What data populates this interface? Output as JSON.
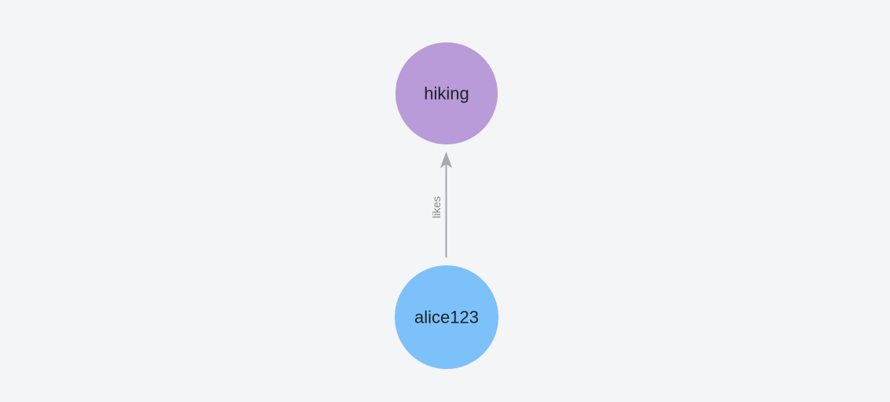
{
  "graph": {
    "background": "#f4f5f6",
    "nodes": [
      {
        "id": "hiking",
        "label": "hiking",
        "color": "#b89bd8",
        "text_color": "#1f2227"
      },
      {
        "id": "alice123",
        "label": "alice123",
        "color": "#7cc1fa",
        "text_color": "#1f2227"
      }
    ],
    "edges": [
      {
        "from": "alice123",
        "to": "hiking",
        "label": "likes",
        "color": "#a6a8b1",
        "label_color": "#85868b"
      }
    ]
  }
}
